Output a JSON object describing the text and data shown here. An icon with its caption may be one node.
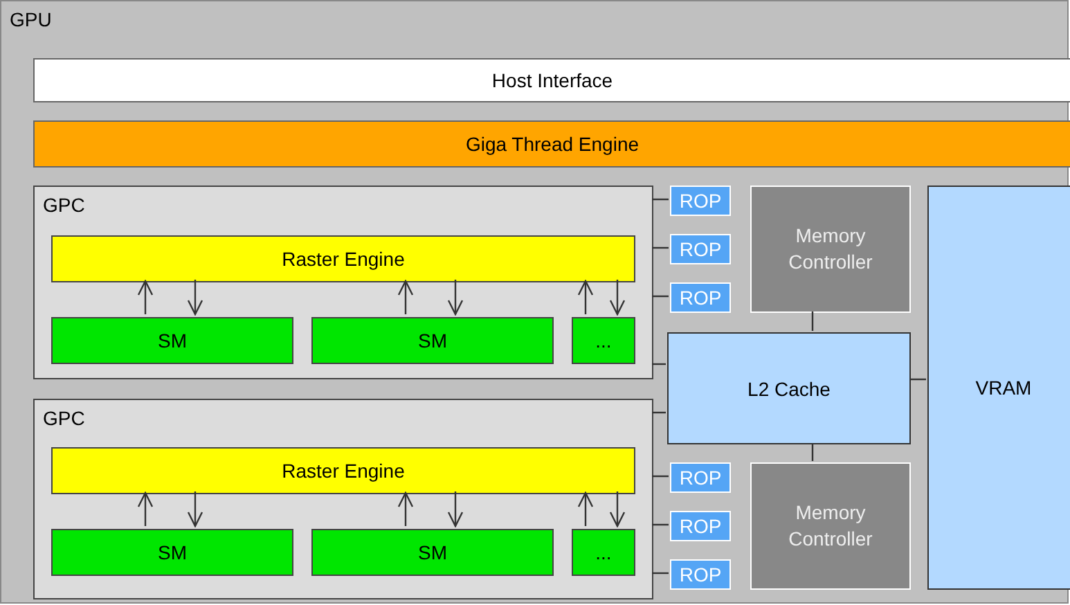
{
  "diagram": {
    "nodes": [
      {
        "text": [
          "GPU"
        ]
      },
      {
        "text": [
          "Host Interface"
        ],
        "in": 0
      },
      {
        "text": [
          "Giga Thread Engine"
        ],
        "in": 0
      },
      {
        "text": [
          "GPC"
        ],
        "in": 0
      },
      {
        "text": [
          "Raster Engine"
        ],
        "in": 3
      },
      {
        "text": [
          "SM"
        ],
        "in": 3
      },
      {
        "text": [
          "SM"
        ],
        "in": 3
      },
      {
        "text": [
          "..."
        ],
        "in": 3
      },
      {
        "text": [
          "GPC"
        ],
        "in": 0
      },
      {
        "text": [
          "Raster Engine"
        ],
        "in": 8
      },
      {
        "text": [
          "SM"
        ],
        "in": 8
      },
      {
        "text": [
          "SM"
        ],
        "in": 8
      },
      {
        "text": [
          "..."
        ],
        "in": 8
      },
      {
        "text": [
          "ROP"
        ],
        "in": 0
      },
      {
        "text": [
          "ROP"
        ],
        "in": 0
      },
      {
        "text": [
          "ROP"
        ],
        "in": 0
      },
      {
        "text": [
          "Memory Controller"
        ],
        "in": 0
      },
      {
        "text": [
          "L2 Cache"
        ],
        "in": 0
      },
      {
        "text": [
          "VRAM"
        ],
        "in": 0
      },
      {
        "text": [
          "ROP"
        ],
        "in": 0
      },
      {
        "text": [
          "ROP"
        ],
        "in": 0
      },
      {
        "text": [
          "ROP"
        ],
        "in": 0
      },
      {
        "text": [
          "Memory Controller"
        ],
        "in": 0
      }
    ],
    "edges": [
      {
        "from": 5,
        "to": 4,
        "arrow": "to"
      },
      {
        "from": 4,
        "to": 5,
        "arrow": "to"
      },
      {
        "from": 6,
        "to": 4,
        "arrow": "to"
      },
      {
        "from": 4,
        "to": 6,
        "arrow": "to"
      },
      {
        "from": 7,
        "to": 4,
        "arrow": "to"
      },
      {
        "from": 4,
        "to": 7,
        "arrow": "to"
      },
      {
        "from": 10,
        "to": 9,
        "arrow": "to"
      },
      {
        "from": 9,
        "to": 10,
        "arrow": "to"
      },
      {
        "from": 11,
        "to": 9,
        "arrow": "to"
      },
      {
        "from": 9,
        "to": 11,
        "arrow": "to"
      },
      {
        "from": 12,
        "to": 9,
        "arrow": "to"
      },
      {
        "from": 9,
        "to": 12,
        "arrow": "to"
      },
      {
        "from": 3,
        "to": 13,
        "arrow": "none"
      },
      {
        "from": 3,
        "to": 14,
        "arrow": "none"
      },
      {
        "from": 3,
        "to": 15,
        "arrow": "none"
      },
      {
        "from": 3,
        "to": 17,
        "arrow": "none"
      },
      {
        "from": 8,
        "to": 17,
        "arrow": "none"
      },
      {
        "from": 8,
        "to": 19,
        "arrow": "none"
      },
      {
        "from": 8,
        "to": 20,
        "arrow": "none"
      },
      {
        "from": 8,
        "to": 21,
        "arrow": "none"
      },
      {
        "from": 16,
        "to": 17,
        "arrow": "none"
      },
      {
        "from": 17,
        "to": 22,
        "arrow": "none"
      },
      {
        "from": 17,
        "to": 18,
        "arrow": "none"
      }
    ]
  }
}
